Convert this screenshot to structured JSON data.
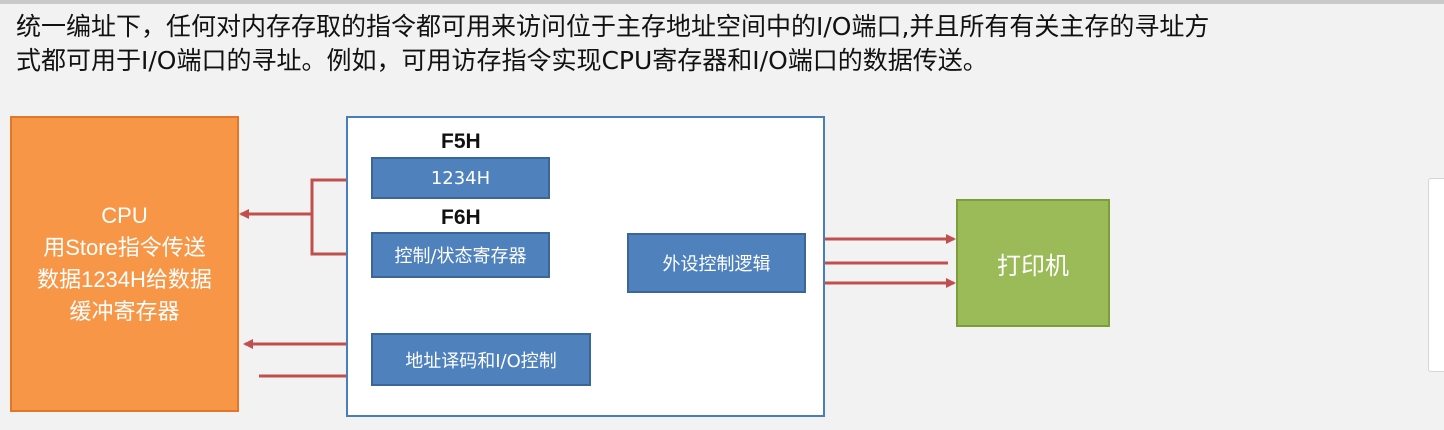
{
  "paragraph": {
    "line1": "统一编址下，任何对内存存取的指令都可用来访问位于主存地址空间中的I/O端口,并且所有有关主存的寻址方",
    "line2": "式都可用于I/O端口的寻址。例如，可用访存指令实现CPU寄存器和I/O端口的数据传送。"
  },
  "diagram": {
    "cpu": {
      "line1": "CPU",
      "line2": "用Store指令传送",
      "line3": "数据1234H给数据",
      "line4": "缓冲寄存器"
    },
    "address_f5h": "F5H",
    "data_register": "1234H",
    "address_f6h": "F6H",
    "control_status_register": "控制/状态寄存器",
    "address_decode": "地址译码和I/O控制",
    "device_logic": "外设控制逻辑",
    "printer": "打印机"
  },
  "colors": {
    "cpu_orange": "#f79646",
    "register_blue": "#4f81bd",
    "printer_green": "#9bbb59",
    "red_arrow": "#c0504d",
    "green_arrow": "#9bbb59"
  }
}
